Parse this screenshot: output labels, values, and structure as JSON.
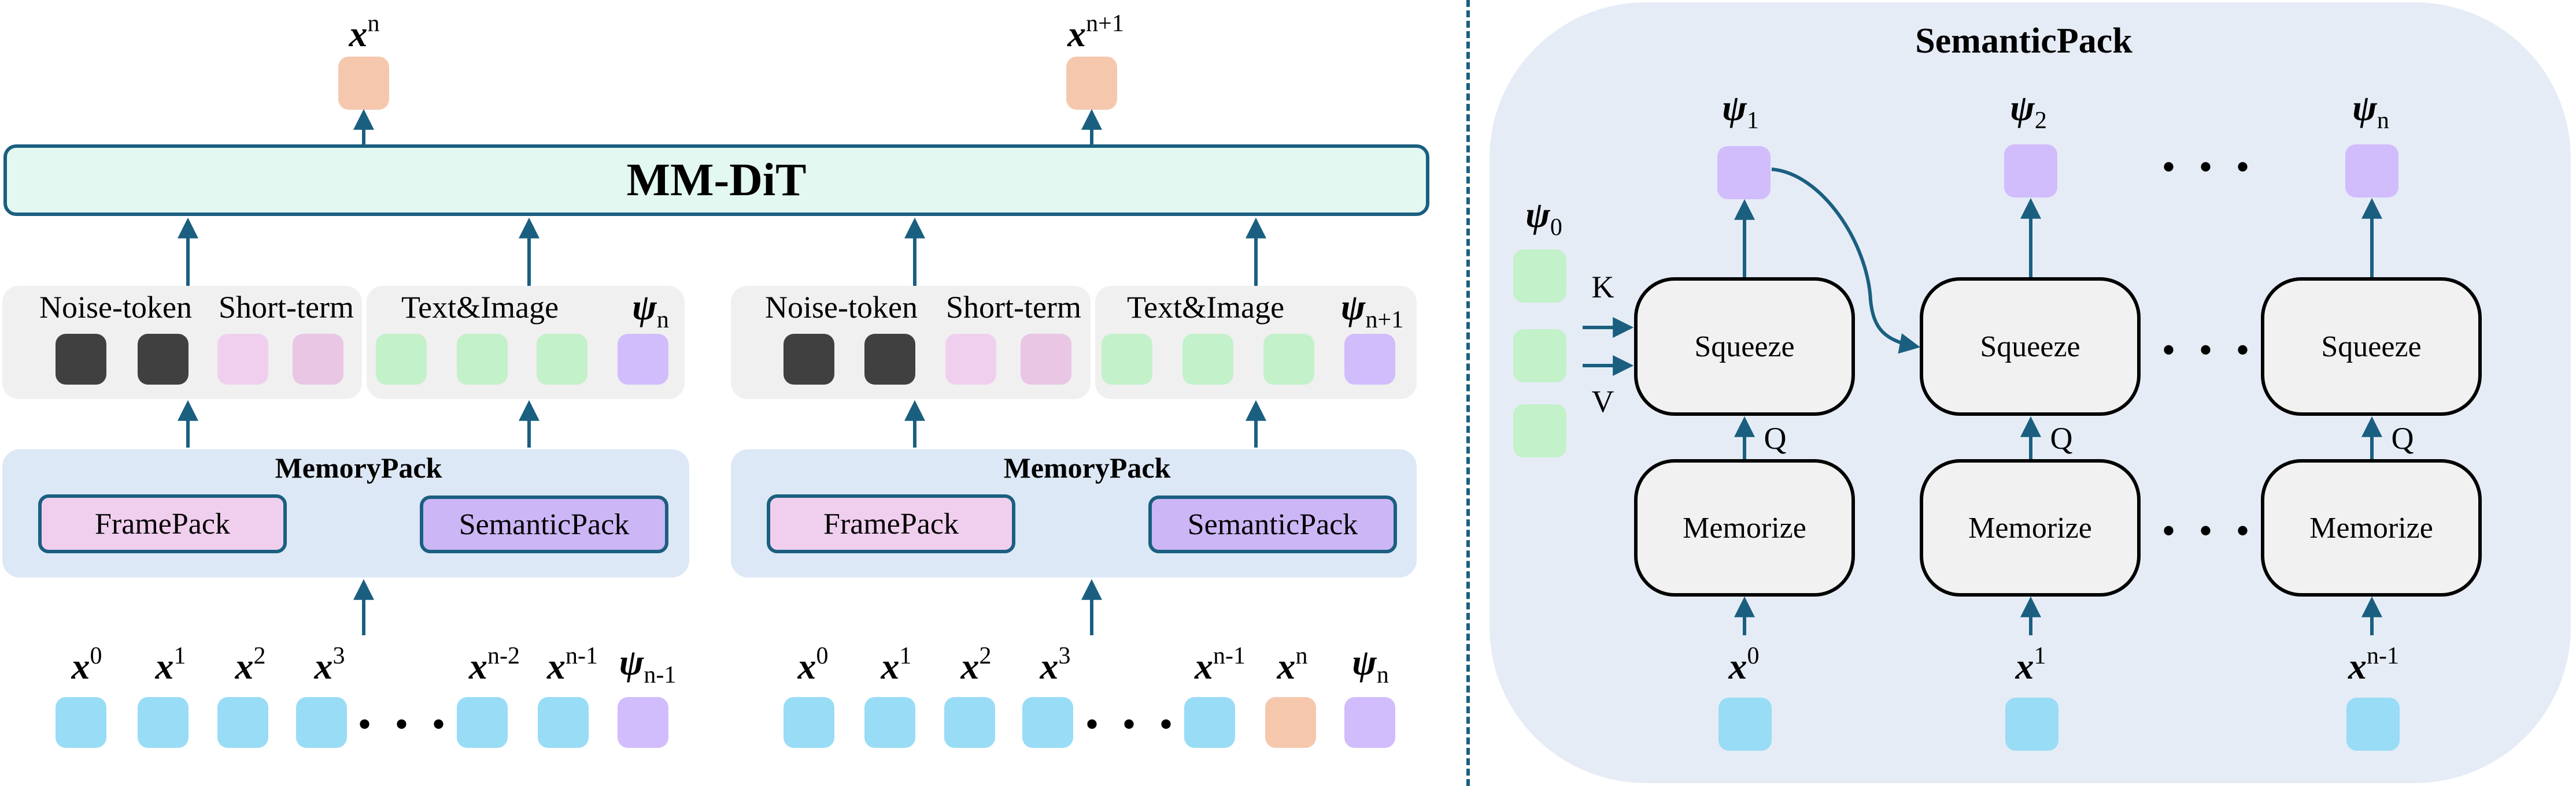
{
  "left": {
    "mmdit_label": "MM-DiT",
    "outputs": [
      {
        "base": "x",
        "sup": "n"
      },
      {
        "base": "x",
        "sup": "n+1"
      }
    ],
    "blocks": [
      {
        "groups": [
          {
            "labels": [
              "Noise-token",
              "Short-term"
            ]
          },
          {
            "labels": [
              "Text&Image"
            ],
            "psi": {
              "base": "ψ",
              "sub": "n"
            }
          }
        ],
        "memorypack": {
          "title": "MemoryPack",
          "framepack": "FramePack",
          "semanticpack": "SemanticPack"
        },
        "inputs": [
          {
            "base": "x",
            "sup": "0"
          },
          {
            "base": "x",
            "sup": "1"
          },
          {
            "base": "x",
            "sup": "2"
          },
          {
            "base": "x",
            "sup": "3"
          },
          {
            "base": "x",
            "sup": "n-2"
          },
          {
            "base": "x",
            "sup": "n-1"
          },
          {
            "base": "ψ",
            "sub": "n-1"
          }
        ],
        "dots": "• • •"
      },
      {
        "groups": [
          {
            "labels": [
              "Noise-token",
              "Short-term"
            ]
          },
          {
            "labels": [
              "Text&Image"
            ],
            "psi": {
              "base": "ψ",
              "sub": "n+1"
            }
          }
        ],
        "memorypack": {
          "title": "MemoryPack",
          "framepack": "FramePack",
          "semanticpack": "SemanticPack"
        },
        "inputs": [
          {
            "base": "x",
            "sup": "0"
          },
          {
            "base": "x",
            "sup": "1"
          },
          {
            "base": "x",
            "sup": "2"
          },
          {
            "base": "x",
            "sup": "3"
          },
          {
            "base": "x",
            "sup": "n-1"
          },
          {
            "base": "x",
            "sup": "n"
          },
          {
            "base": "ψ",
            "sub": "n"
          }
        ],
        "dots": "• • •"
      }
    ]
  },
  "right": {
    "title": "SemanticPack",
    "psi0": {
      "base": "ψ",
      "sub": "0"
    },
    "k_label": "K",
    "v_label": "V",
    "q_label": "Q",
    "squeeze_label": "Squeeze",
    "memorize_label": "Memorize",
    "dots": "• • •",
    "columns": [
      {
        "out": {
          "base": "ψ",
          "sub": "1"
        },
        "in": {
          "base": "x",
          "sup": "0"
        }
      },
      {
        "out": {
          "base": "ψ",
          "sub": "2"
        },
        "in": {
          "base": "x",
          "sup": "1"
        }
      },
      {
        "out": {
          "base": "ψ",
          "sub": "n"
        },
        "in": {
          "base": "x",
          "sup": "n-1"
        }
      }
    ]
  },
  "colors": {
    "arrow": "#1a5f80",
    "input_token": "#99dcf6",
    "output_token": "#f5c8ae",
    "semantic_token": "#d1bcfc",
    "text_image_token": "#c3f1c9",
    "noise_token": "#404040",
    "short_term_token": "#f0cfee"
  }
}
